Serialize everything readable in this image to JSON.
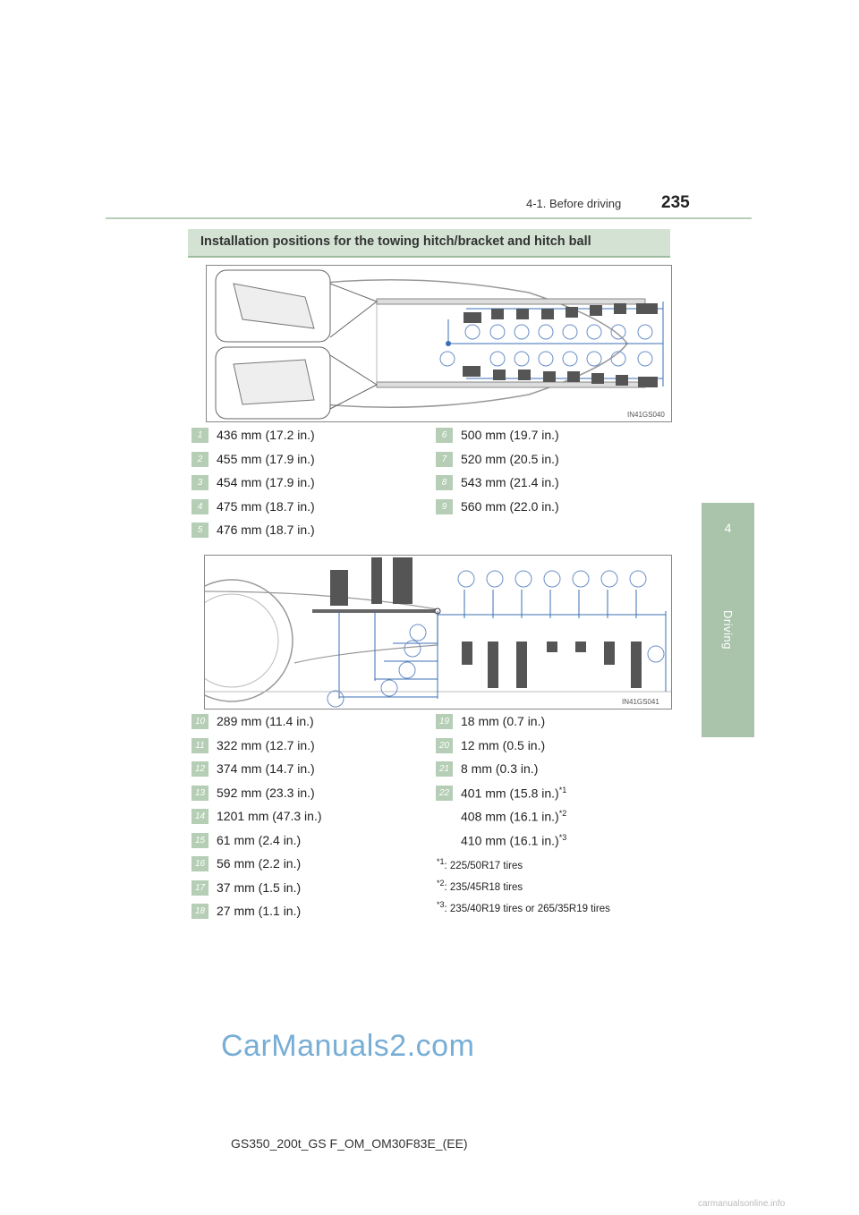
{
  "header": {
    "section": "4-1. Before driving",
    "page_number": "235"
  },
  "side_tab": {
    "number": "4",
    "label": "Driving"
  },
  "title": "Installation positions for the towing hitch/bracket and hitch ball",
  "diagram1": {
    "code": "IN41GS040"
  },
  "diagram2": {
    "code": "IN41GS041"
  },
  "measurements_top": [
    {
      "num": "1",
      "text": "436 mm (17.2 in.)"
    },
    {
      "num": "2",
      "text": "455 mm (17.9 in.)"
    },
    {
      "num": "3",
      "text": "454 mm (17.9 in.)"
    },
    {
      "num": "4",
      "text": "475 mm (18.7 in.)"
    },
    {
      "num": "5",
      "text": "476 mm (18.7 in.)"
    },
    {
      "num": "6",
      "text": "500 mm (19.7 in.)"
    },
    {
      "num": "7",
      "text": "520 mm (20.5 in.)"
    },
    {
      "num": "8",
      "text": "543 mm (21.4 in.)"
    },
    {
      "num": "9",
      "text": "560 mm (22.0 in.)"
    }
  ],
  "measurements_bottom": [
    {
      "num": "10",
      "text": "289 mm (11.4 in.)"
    },
    {
      "num": "11",
      "text": "322 mm (12.7 in.)"
    },
    {
      "num": "12",
      "text": "374 mm (14.7 in.)"
    },
    {
      "num": "13",
      "text": "592 mm (23.3 in.)"
    },
    {
      "num": "14",
      "text": "1201 mm (47.3 in.)"
    },
    {
      "num": "15",
      "text": "61 mm (2.4 in.)"
    },
    {
      "num": "16",
      "text": "56 mm (2.2 in.)"
    },
    {
      "num": "17",
      "text": "37 mm (1.5 in.)"
    },
    {
      "num": "18",
      "text": "27 mm (1.1 in.)"
    },
    {
      "num": "19",
      "text": "18 mm (0.7 in.)"
    },
    {
      "num": "20",
      "text": "12 mm (0.5 in.)"
    },
    {
      "num": "21",
      "text": "8 mm (0.3 in.)"
    },
    {
      "num": "22",
      "text": "401 mm (15.8 in.)",
      "sup": "*1"
    }
  ],
  "extra_22": [
    {
      "text": "408 mm (16.1 in.)",
      "sup": "*2"
    },
    {
      "text": "410 mm (16.1 in.)",
      "sup": "*3"
    }
  ],
  "notes": [
    {
      "mark": "*1",
      "text": ": 225/50R17 tires"
    },
    {
      "mark": "*2",
      "text": ": 235/45R18 tires"
    },
    {
      "mark": "*3",
      "text": ": 235/40R19 tires or 265/35R19 tires"
    }
  ],
  "footer": "GS350_200t_GS F_OM_OM30F83E_(EE)",
  "watermark": "CarManuals2.com",
  "bottom_watermark": "carmanualsonline.info",
  "colors": {
    "accent": "#a9c4aa",
    "title_bar": "#d3e2d3",
    "marker": "#b5ceb5",
    "line": "#3a6fb5"
  }
}
